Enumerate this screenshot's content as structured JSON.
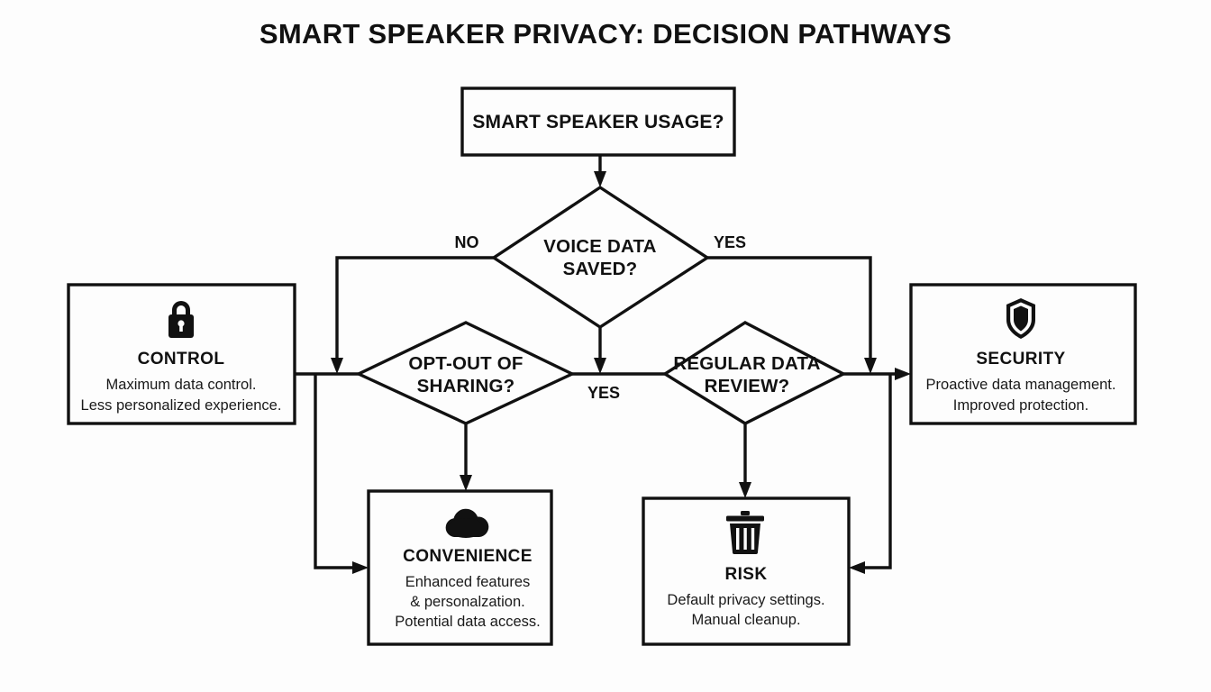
{
  "title": "SMART SPEAKER PRIVACY: DECISION PATHWAYS",
  "theme": {
    "background": "#fdfdfd",
    "stroke": "#111111",
    "text": "#111111",
    "node_fill": "#fdfdfd"
  },
  "nodes": {
    "start": {
      "id": "smart-speaker-usage",
      "type": "process",
      "label": "SMART SPEAKER USAGE?"
    },
    "voice_data": {
      "id": "voice-data-saved",
      "type": "decision",
      "line1": "VOICE DATA",
      "line2": "SAVED?"
    },
    "opt_out": {
      "id": "opt-out-of-sharing",
      "type": "decision",
      "line1": "OPT-OUT OF",
      "line2": "SHARING?"
    },
    "regular_review": {
      "id": "regular-data-review",
      "type": "decision",
      "line1": "REGULAR DATA",
      "line2": "REVIEW?"
    },
    "control": {
      "id": "control-outcome",
      "type": "outcome",
      "icon": "lock-icon",
      "title": "CONTROL",
      "desc_line1": "Maximum data control.",
      "desc_line2": "Less personalized experience."
    },
    "security": {
      "id": "security-outcome",
      "type": "outcome",
      "icon": "shield-icon",
      "title": "SECURITY",
      "desc_line1": "Proactive data management.",
      "desc_line2": "Improved protection."
    },
    "convenience": {
      "id": "convenience-outcome",
      "type": "outcome",
      "icon": "cloud-icon",
      "title": "CONVENIENCE",
      "desc_line1": "Enhanced features",
      "desc_line2": "& personalzation.",
      "desc_line3": "Potential data access."
    },
    "risk": {
      "id": "risk-outcome",
      "type": "outcome",
      "icon": "trash-icon",
      "title": "RISK",
      "desc_line1": "Default privacy settings.",
      "desc_line2": "Manual cleanup."
    }
  },
  "edge_labels": {
    "no_left": "NO",
    "yes_right": "YES",
    "yes_center": "YES"
  },
  "chart_data": {
    "type": "table",
    "title": "SMART SPEAKER PRIVACY: DECISION PATHWAYS",
    "diagram_kind": "flowchart",
    "nodes": [
      {
        "key": "start",
        "shape": "rectangle",
        "text": "SMART SPEAKER USAGE?"
      },
      {
        "key": "voice_data",
        "shape": "diamond",
        "text": "VOICE DATA SAVED?"
      },
      {
        "key": "opt_out",
        "shape": "diamond",
        "text": "OPT-OUT OF SHARING?"
      },
      {
        "key": "regular_review",
        "shape": "diamond",
        "text": "REGULAR DATA REVIEW?"
      },
      {
        "key": "control",
        "shape": "rectangle",
        "text": "CONTROL"
      },
      {
        "key": "security",
        "shape": "rectangle",
        "text": "SECURITY"
      },
      {
        "key": "convenience",
        "shape": "rectangle",
        "text": "CONVENIENCE"
      },
      {
        "key": "risk",
        "shape": "rectangle",
        "text": "RISK"
      }
    ],
    "edges": [
      {
        "from": "start",
        "to": "voice_data",
        "label": ""
      },
      {
        "from": "voice_data",
        "to": "opt_out",
        "label": "NO"
      },
      {
        "from": "voice_data",
        "to": "regular_review",
        "label": "YES"
      },
      {
        "from": "voice_data",
        "to": "junction_center",
        "label": "YES"
      },
      {
        "from": "opt_out",
        "to": "convenience",
        "label": ""
      },
      {
        "from": "regular_review",
        "to": "risk",
        "label": ""
      },
      {
        "from": "control",
        "to": "convenience",
        "label": ""
      },
      {
        "from": "regular_review",
        "to": "security",
        "label": ""
      },
      {
        "from": "security_path",
        "to": "risk",
        "label": ""
      }
    ]
  }
}
